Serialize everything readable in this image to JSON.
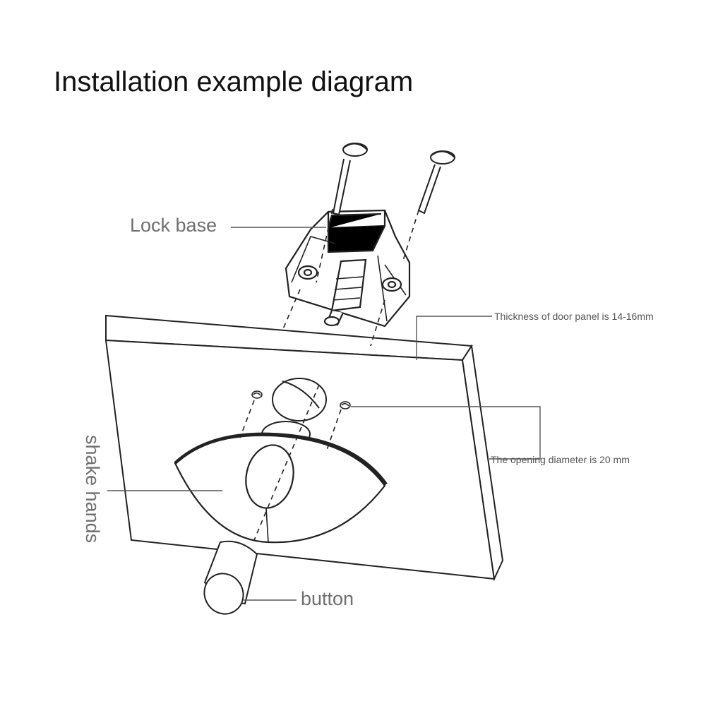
{
  "title": "Installation example diagram",
  "labels": {
    "lock_base": "Lock base",
    "thickness": "Thickness of door panel is 14-16mm",
    "opening_diameter": "The opening diameter is 20 mm",
    "shake_hands": "shake hands",
    "button": "button"
  },
  "colors": {
    "line": "#222222",
    "leader": "#555555",
    "label": "#6f6f6f"
  }
}
